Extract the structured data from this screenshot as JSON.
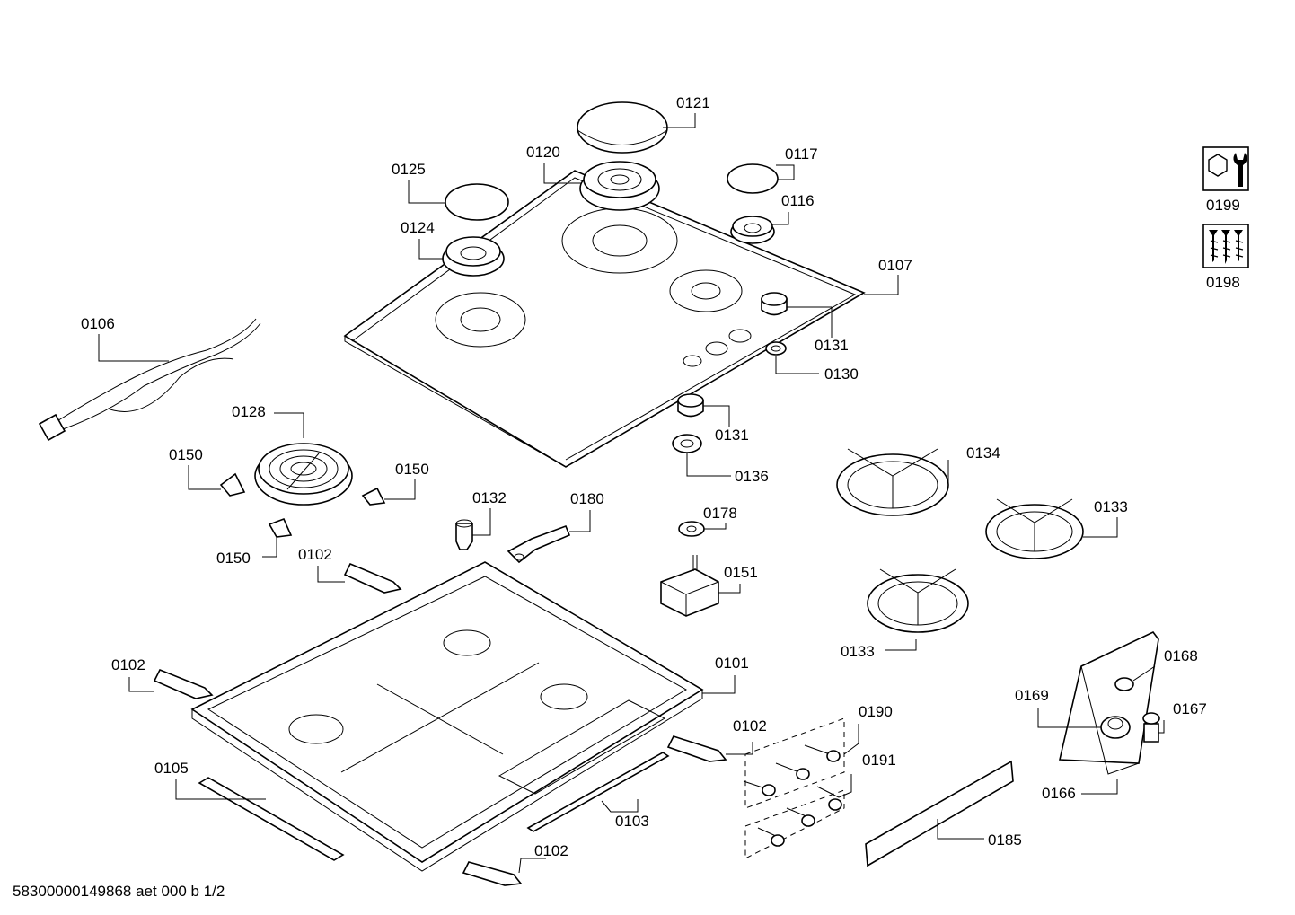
{
  "footer": "58300000149868 aet 000 b 1/2",
  "icons": [
    {
      "name": "wrench-tool-icon",
      "label": "0199"
    },
    {
      "name": "screws-icon",
      "label": "0198"
    }
  ],
  "labels": {
    "p0101": "0101",
    "p0102": "0102",
    "p0103": "0103",
    "p0105": "0105",
    "p0106": "0106",
    "p0107": "0107",
    "p0116": "0116",
    "p0117": "0117",
    "p0120": "0120",
    "p0121": "0121",
    "p0124": "0124",
    "p0125": "0125",
    "p0128": "0128",
    "p0130": "0130",
    "p0131": "0131",
    "p0132": "0132",
    "p0133": "0133",
    "p0134": "0134",
    "p0136": "0136",
    "p0150": "0150",
    "p0151": "0151",
    "p0166": "0166",
    "p0167": "0167",
    "p0168": "0168",
    "p0169": "0169",
    "p0178": "0178",
    "p0180": "0180",
    "p0185": "0185",
    "p0190": "0190",
    "p0191": "0191"
  }
}
